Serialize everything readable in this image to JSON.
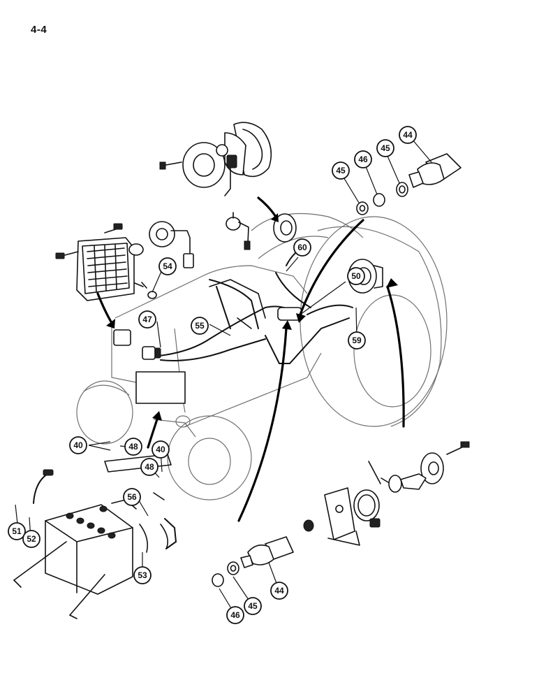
{
  "page": {
    "number": "4-4"
  },
  "callouts": [
    {
      "id": "44",
      "label": "44"
    },
    {
      "id": "45",
      "label": "45"
    },
    {
      "id": "46",
      "label": "46"
    },
    {
      "id": "45",
      "label": "45"
    },
    {
      "id": "60",
      "label": "60"
    },
    {
      "id": "54",
      "label": "54"
    },
    {
      "id": "50",
      "label": "50"
    },
    {
      "id": "47",
      "label": "47"
    },
    {
      "id": "55",
      "label": "55"
    },
    {
      "id": "59",
      "label": "59"
    },
    {
      "id": "40",
      "label": "40"
    },
    {
      "id": "48",
      "label": "48"
    },
    {
      "id": "40",
      "label": "40"
    },
    {
      "id": "48",
      "label": "48"
    },
    {
      "id": "56",
      "label": "56"
    },
    {
      "id": "51",
      "label": "51"
    },
    {
      "id": "52",
      "label": "52"
    },
    {
      "id": "53",
      "label": "53"
    },
    {
      "id": "44",
      "label": "44"
    },
    {
      "id": "45",
      "label": "45"
    },
    {
      "id": "46",
      "label": "46"
    }
  ]
}
